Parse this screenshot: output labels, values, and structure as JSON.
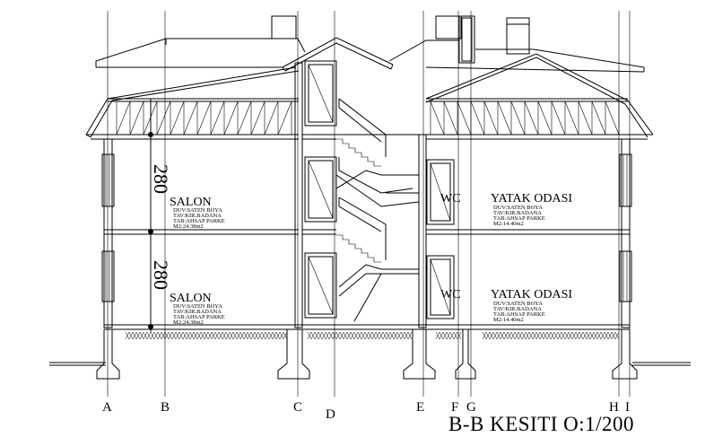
{
  "axes": [
    "A",
    "B",
    "C",
    "D",
    "E",
    "F",
    "G",
    "H",
    "I"
  ],
  "dimensions": {
    "upper": "280",
    "lower": "280"
  },
  "rooms": {
    "salon_upper": {
      "name": "SALON",
      "lines": [
        "DUV:SATEN BOYA",
        "TAV:KIR.BADANA",
        "TAB:AHSAP PARKE",
        "M2:24.38m2"
      ]
    },
    "salon_lower": {
      "name": "SALON",
      "lines": [
        "DUV:SATEN BOYA",
        "TAV:KIR.BADANA",
        "TAB:AHSAP PARKE",
        "M2:24.38m2"
      ]
    },
    "wc_upper": {
      "name": "WC"
    },
    "wc_lower": {
      "name": "WC"
    },
    "yatak_upper": {
      "name": "YATAK ODASI",
      "lines": [
        "DUV:SATEN BOYA",
        "TAV:KIR.BADANA",
        "TAB:AHSAP PARKE",
        "M2:14.40m2"
      ]
    },
    "yatak_lower": {
      "name": "YATAK ODASI",
      "lines": [
        "DUV:SATEN BOYA",
        "TAV:KIR.BADANA",
        "TAB:AHSAP PARKE",
        "M2:14.40m2"
      ]
    }
  },
  "title": "B-B KESITI O:1/200"
}
